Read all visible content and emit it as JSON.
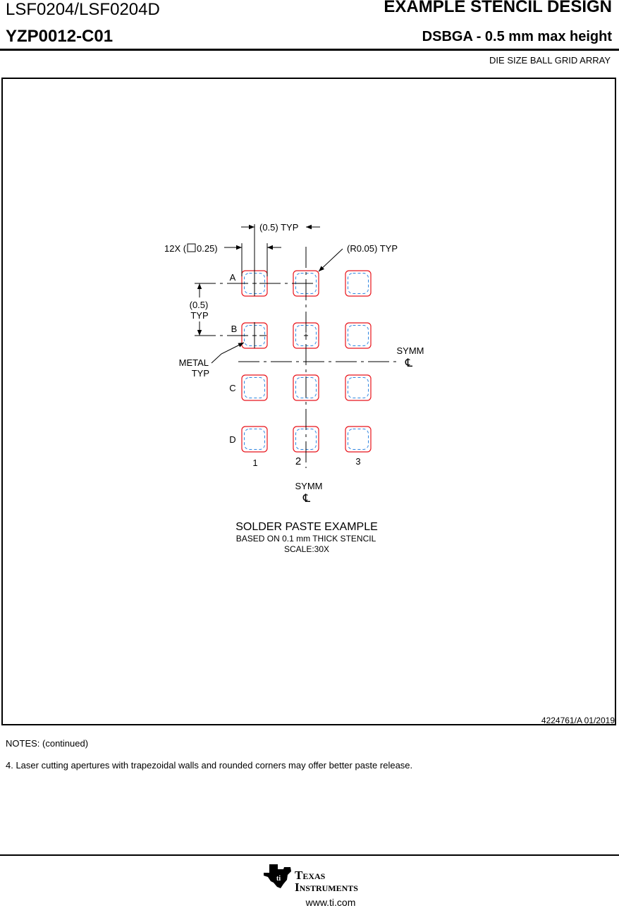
{
  "header": {
    "part_numbers": "LSF0204/LSF0204D",
    "package_code": "YZP0012-C01",
    "sheet_title": "EXAMPLE STENCIL DESIGN",
    "package_desc": "DSBGA - 0.5 mm max height",
    "package_type": "DIE SIZE BALL GRID ARRAY"
  },
  "drawing": {
    "dims": {
      "pitch_x": "(0.5) TYP",
      "aperture_size": "12X (",
      "aperture_size_val": "0.25)",
      "corner_radius": "(R0.05) TYP",
      "pitch_y_1": "(0.5)",
      "pitch_y_2": "TYP",
      "metal_1": "METAL",
      "metal_2": "TYP",
      "symm_right": "SYMM",
      "symm_bottom": "SYMM",
      "centerline_symbol": "℄"
    },
    "rows": [
      "A",
      "B",
      "C",
      "D"
    ],
    "cols": [
      "1",
      "2",
      "3"
    ],
    "caption_title": "SOLDER PASTE EXAMPLE",
    "caption_line1": "BASED ON 0.1 mm THICK STENCIL",
    "caption_line2": "SCALE:30X",
    "colors": {
      "pad": "#e8141c",
      "aperture": "#2f86e0",
      "line": "#000000"
    }
  },
  "doc_number": "4224761/A   01/2019",
  "notes": {
    "heading": "NOTES: (continued)",
    "items": [
      "4. Laser cutting apertures with trapezoidal walls and rounded corners may offer better paste release."
    ]
  },
  "footer": {
    "brand_line1": "Texas",
    "brand_line2": "Instruments",
    "url": "www.ti.com"
  }
}
